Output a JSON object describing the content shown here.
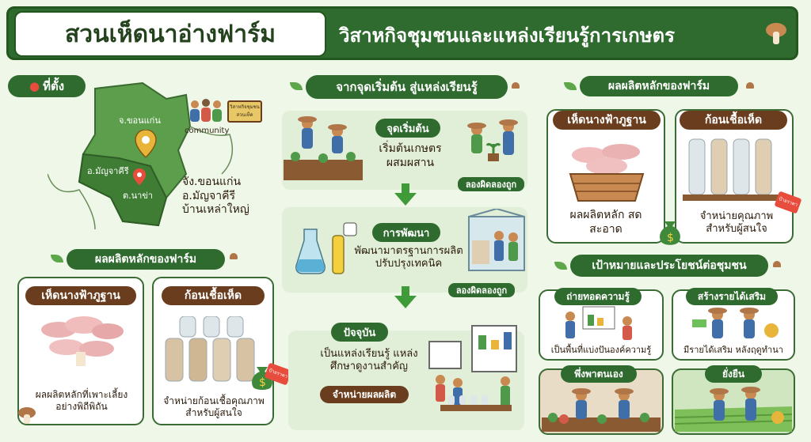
{
  "header": {
    "title": "สวนเห็ดนาอ่างฟาร์ม",
    "subtitle": "วิสาหกิจชุมชนและแหล่งเรียนรู้การเกษตร"
  },
  "location": {
    "heading": "ที่ตั้ง",
    "map_labels": [
      "จ.ขอนแก่น",
      "อ.มัญจาคีรี",
      "ต.นาข่า"
    ],
    "community_label": "community",
    "sign_label": "วิสาหกิจชุมชน สวนเห็ด",
    "address_lines": [
      "จัง.ขอนแก่น",
      "อ.มัญจาคีรี",
      "บ้านเหล่าใหญ่"
    ]
  },
  "products_left": {
    "heading": "ผลผลิตหลักของฟาร์ม",
    "items": [
      {
        "label": "เห็ดนางฟ้าภูฐาน",
        "caption": "ผลผลิตหลักที่เพาะเลี้ยง อย่างพิถีพิถัน"
      },
      {
        "label": "ก้อนเชื้อเห็ด",
        "caption": "จำหน่ายก้อนเชื้อคุณภาพ สำหรับผู้สนใจ"
      }
    ],
    "price_tag": "ป้ายราคา"
  },
  "journey": {
    "heading": "จากจุดเริ่มต้น สู่แหล่งเรียนรู้",
    "steps": [
      {
        "label": "จุดเริ่มต้น",
        "text": "เริ่มต้นเกษตร ผสมผสาน",
        "badge": "ลองผิดลองถูก"
      },
      {
        "label": "การพัฒนา",
        "text": "พัฒนามาตรฐานการผลิต ปรับปรุงเทคนิค",
        "badge": "ลองผิดลองถูก"
      },
      {
        "label": "ปัจจุบัน",
        "text": "เป็นแหล่งเรียนรู้ แหล่งศึกษาดูงานสำคัญ",
        "badge": "จำหน่ายผลผลิต"
      }
    ]
  },
  "products_right": {
    "heading": "ผลผลิตหลักของฟาร์ม",
    "items": [
      {
        "label": "เห็ดนางฟ้าภูฐาน",
        "caption": "ผลผลิตหลัก สดสะอาด"
      },
      {
        "label": "ก้อนเชื้อเห็ด",
        "caption": "จำหน่ายคุณภาพ สำหรับผู้สนใจ"
      }
    ],
    "price_tag": "ป้ายราคา"
  },
  "goals": {
    "heading": "เป้าหมายและประโยชน์ต่อชุมชน",
    "items": [
      {
        "label": "ถ่ายทอดความรู้",
        "caption": "เป็นพื้นที่แบ่งปันองค์ความรู้"
      },
      {
        "label": "สร้างรายได้เสริม",
        "caption": "มีรายได้เสริม หลังฤดูทำนา"
      },
      {
        "label": "พึ่งพาตนเอง",
        "caption": ""
      },
      {
        "label": "ยั่งยืน",
        "caption": ""
      }
    ]
  },
  "colors": {
    "primary_green": "#2f6b2f",
    "brown": "#6a3d1e",
    "bg": "#eef7e8"
  }
}
